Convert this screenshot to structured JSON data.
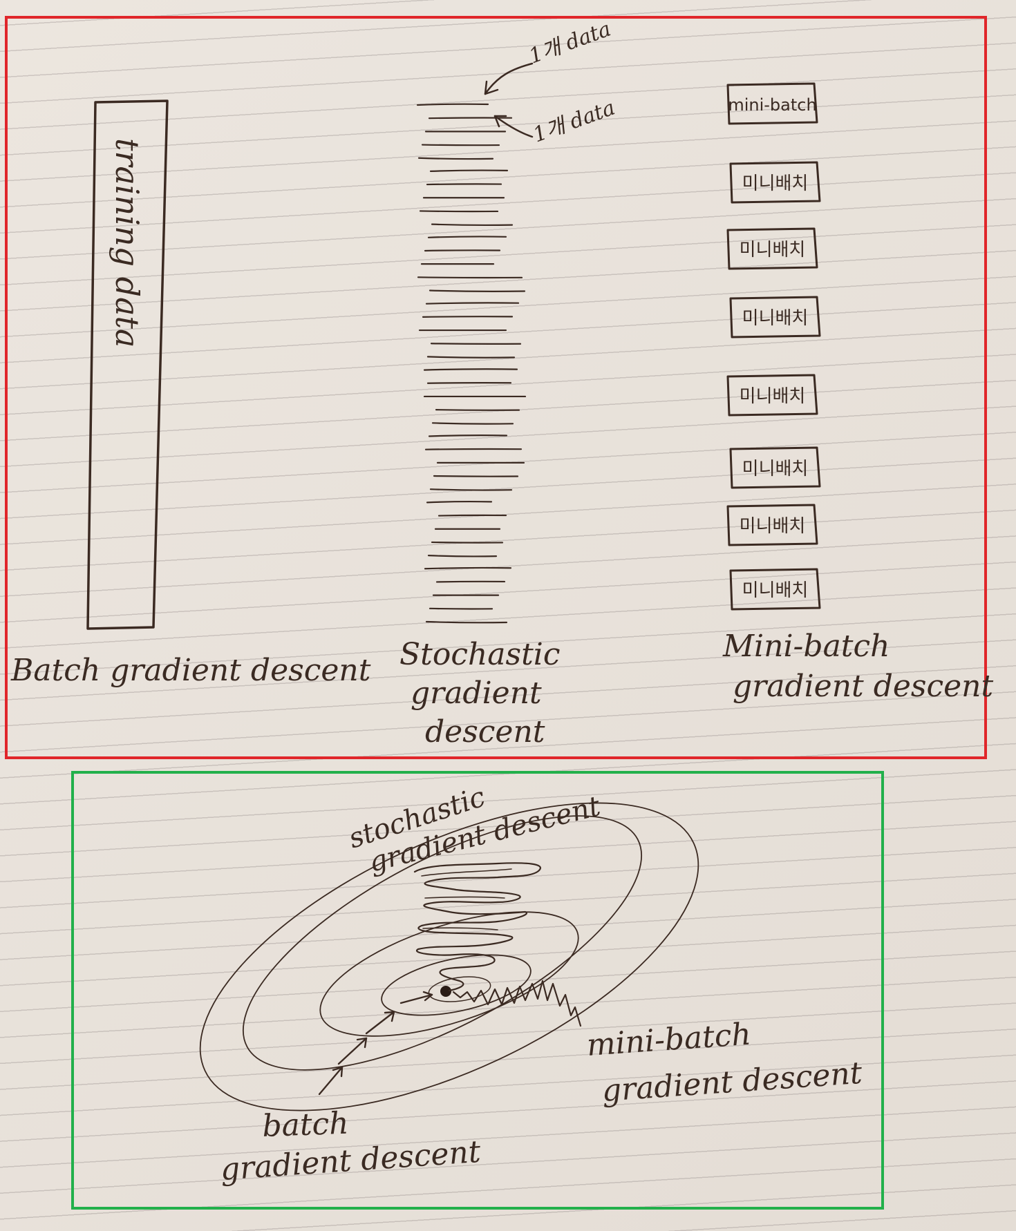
{
  "top_panel": {
    "frame_color": "#e0262a",
    "batch": {
      "box_label": "training data",
      "caption": "Batch gradient descent"
    },
    "stochastic": {
      "annotation_1": "1개 data",
      "annotation_2": "1개 data",
      "caption_line_1": "Stochastic",
      "caption_line_2": "gradient",
      "caption_line_3": "descent"
    },
    "minibatch": {
      "boxes": [
        "mini-batch",
        "미니배치",
        "미니배치",
        "미니배치",
        "미니배치",
        "미니배치",
        "미니배치",
        "미니배치"
      ],
      "caption_line_1": "Mini-batch",
      "caption_line_2": "gradient descent"
    }
  },
  "bottom_panel": {
    "frame_color": "#22b04b",
    "stochastic_label_line_1": "stochastic",
    "stochastic_label_line_2": "gradient descent",
    "minibatch_label_line_1": "mini-batch",
    "minibatch_label_line_2": "gradient descent",
    "batch_label_line_1": "batch",
    "batch_label_line_2": "gradient descent"
  },
  "ink_color": "#3b2a22"
}
